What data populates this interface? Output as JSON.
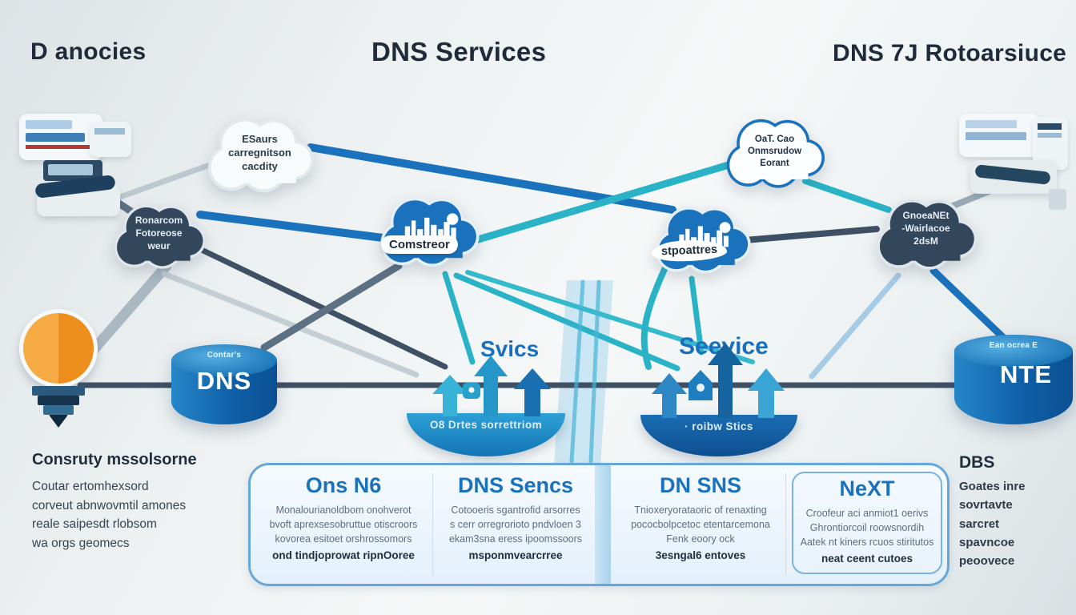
{
  "titles": {
    "left": "D anocies",
    "center": "DNS Services",
    "right": "DNS 7J Rotoarsiuce"
  },
  "clouds": {
    "esaurs": {
      "lines": [
        "ESaurs",
        "carregnitson",
        "cacdity"
      ]
    },
    "ronarcom": {
      "lines": [
        "Ronarcom",
        "Fotoreose",
        "weur"
      ]
    },
    "comstreor": {
      "label": "Comstreor"
    },
    "stpoattres": {
      "label": "stpoattres"
    },
    "oat": {
      "lines": [
        "OaT. Cao",
        "Onmsrudow",
        "Eorant"
      ]
    },
    "gnoeanet": {
      "lines": [
        "GnoeaNEt",
        "-Wairlacoe",
        "2dsM"
      ]
    }
  },
  "cylinders": {
    "left": {
      "top_label": "Contar's",
      "main_label": "DNS"
    },
    "right": {
      "top_label": "Ean ocrea E",
      "main_label": "NTE"
    }
  },
  "funnels": {
    "left": {
      "caption": "Svics",
      "bowl_label": "O8 Drtes sorrettriom"
    },
    "right": {
      "caption": "Seevice",
      "bowl_label": "· roibw Stics"
    }
  },
  "notes": {
    "left": {
      "heading": "Consruty mssolsorne",
      "lines": [
        "Coutar ertomhexsord",
        "corveut abnwovmtil amones",
        "reale saipesdt rlobsom",
        "wa orgs geomecs"
      ]
    },
    "right": {
      "heading": "DBS",
      "lines": [
        "Goates inre",
        "sovrtavte",
        "sarcret",
        "spavncoe",
        "peoovece"
      ]
    }
  },
  "panel": {
    "cards": [
      {
        "title": "Ons N6",
        "lines": [
          "Monalourianoldbom onohverot",
          "bvoft aprexsesobruttue otiscroors",
          "kovorea esitoet orshrossomors"
        ],
        "bold": "ond tindjoprowat ripnOoree"
      },
      {
        "title": "DNS Sencs",
        "lines": [
          "Cotooeris sgantrofid arsorres",
          "s cerr orregrorioto pndvloen 3",
          "ekam3sna eress ipoomssoors"
        ],
        "bold": "msponmvearcrree"
      },
      {
        "title": "DN SNS",
        "lines": [
          "Tnioxeryorataoric of renaxting",
          "pococbolpcetoc etentarcemona",
          "Fenk eoory ock"
        ],
        "bold": "3esngal6 entoves"
      },
      {
        "title": "NeXT",
        "lines": [
          "Croofeur aci anmiot1 oerivs",
          "Ghrontiorcoil roowsnordih",
          "Aatek nt kiners rcuos stiritutos"
        ],
        "bold": "neat ceent cutoes"
      }
    ]
  },
  "colors": {
    "blue": "#1a72bd",
    "teal": "#2ab3c6",
    "navy": "#3d5064",
    "orange": "#f29c38"
  }
}
